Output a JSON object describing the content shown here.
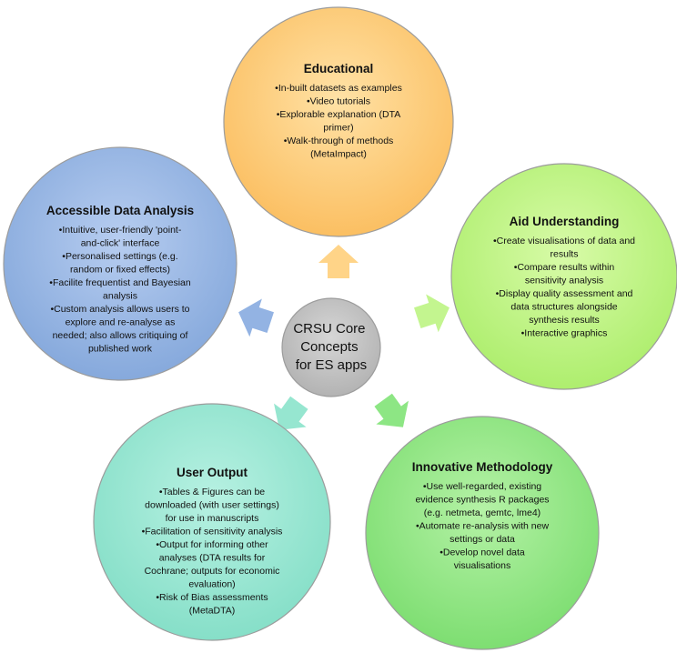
{
  "center": {
    "lines": [
      "CRSU Core",
      "Concepts",
      "for ES apps"
    ],
    "color": "#BDBDBD"
  },
  "concepts": [
    {
      "id": "educational",
      "title": "Educational",
      "color": "#FFC870",
      "bullets": [
        [
          "In-built datasets as examples"
        ],
        [
          "Video tutorials"
        ],
        [
          "Explorable explanation (DTA",
          "primer)"
        ],
        [
          "Walk-through of methods",
          "(MetaImpact)"
        ]
      ]
    },
    {
      "id": "aid-understanding",
      "title": "Aid Understanding",
      "color": "#B9F47C",
      "bullets": [
        [
          "Create visualisations of data and",
          "results"
        ],
        [
          "Compare results within",
          "sensitivity analysis"
        ],
        [
          "Display quality assessment and",
          "data structures alongside",
          "synthesis results"
        ],
        [
          "Interactive graphics"
        ]
      ]
    },
    {
      "id": "innovative-methodology",
      "title": "Innovative Methodology",
      "color": "#86E57B",
      "bullets": [
        [
          "Use well-regarded, existing",
          "evidence synthesis R packages",
          "(e.g. netmeta, gemtc, lme4)"
        ],
        [
          "Automate re-analysis with new",
          "settings or data"
        ],
        [
          "Develop novel data",
          "visualisations"
        ]
      ]
    },
    {
      "id": "user-output",
      "title": "User Output",
      "color": "#8FE3CE",
      "bullets": [
        [
          "Tables & Figures can be",
          "downloaded (with user settings)",
          "for use in manuscripts"
        ],
        [
          "Facilitation of sensitivity analysis"
        ],
        [
          "Output for informing other",
          "analyses (DTA results for",
          "Cochrane; outputs for economic",
          "evaluation)"
        ],
        [
          "Risk of Bias assessments",
          "(MetaDTA)"
        ]
      ]
    },
    {
      "id": "accessible-data-analysis",
      "title": "Accessible Data Analysis",
      "color": "#8FB0E0",
      "bullets": [
        [
          "Intuitive, user-friendly 'point-",
          "and-click' interface"
        ],
        [
          "Personalised settings (e.g.",
          "random or fixed effects)"
        ],
        [
          "Facilite frequentist and Bayesian",
          "analysis"
        ],
        [
          "Custom analysis allows users to",
          "explore and re-analyse as",
          "needed; also allows critiquing of",
          "published work"
        ]
      ]
    }
  ]
}
